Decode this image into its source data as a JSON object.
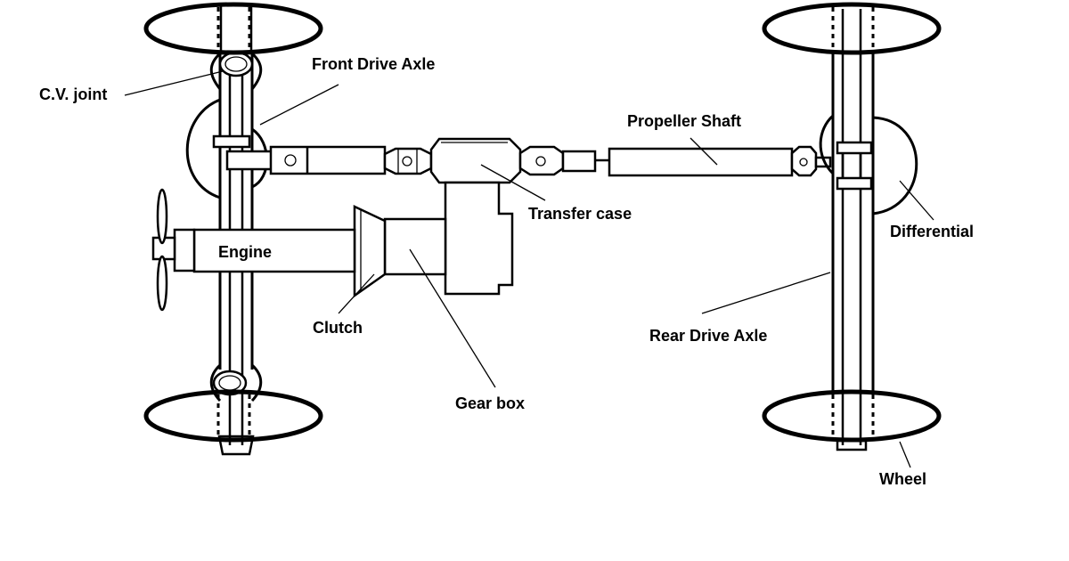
{
  "labels": {
    "cv_joint": "C.V. joint",
    "front_drive_axle": "Front Drive Axle",
    "propeller_shaft": "Propeller Shaft",
    "transfer_case": "Transfer case",
    "differential": "Differential",
    "engine": "Engine",
    "clutch": "Clutch",
    "rear_drive_axle": "Rear Drive Axle",
    "gear_box": "Gear box",
    "wheel": "Wheel"
  },
  "colors": {
    "stroke": "#000000",
    "background": "#ffffff"
  }
}
